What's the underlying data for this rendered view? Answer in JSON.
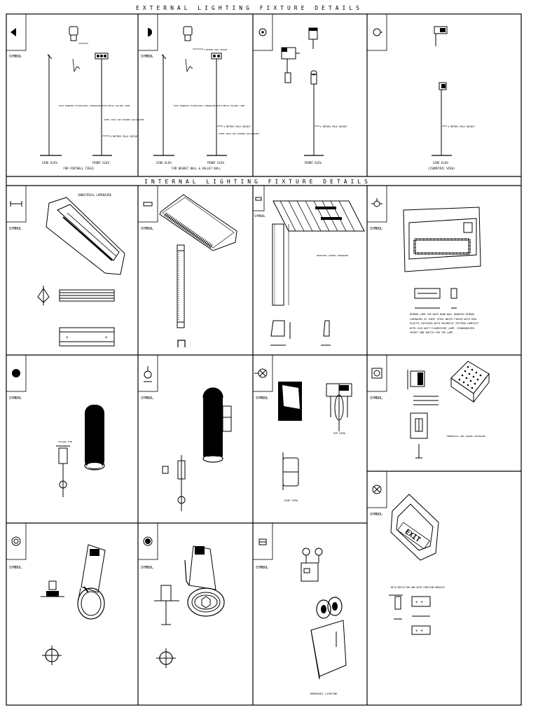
{
  "sections": {
    "external_title": "EXTERNAL LIGHTING FIXTURE DETAILS",
    "internal_title": "INTERNAL LIGHTING FIXTURE DETAILS"
  },
  "symbol_label": "SYMBOL",
  "external": {
    "panel1": {
      "note_top": "POLE MOUNTED FLOODLIGHT LUMINAIRE WITH METAL HALIDE LAMP",
      "pole_height_note": "STEEL POLE HOT DIPPED GALVANIZED",
      "pole_height": "6 METERS POLE HEIGHT",
      "side_label": "SIDE ELEV.",
      "front_label": "FRONT ELEV.",
      "caption": "FOR FOOTBALL FIELD"
    },
    "panel2": {
      "note_top": "POLE MOUNTED FLOODLIGHT LUMINAIRE WITH METAL HALIDE LAMP",
      "pole_height_top": "6 METERS POLE HEIGHT",
      "pole_height_note": "STEEL POLE HOT DIPPED GALVANIZED",
      "pole_height": "4 METERS POLE HEIGHT",
      "side_label": "SIDE ELEV.",
      "front_label": "FRONT ELEV.",
      "caption": "FOR BASKET BALL & VALLEY BALL"
    },
    "panel3": {
      "pole_height": "4 METERS POLE HEIGHT",
      "front_label": "FRONT ELEV."
    },
    "panel4": {
      "pole_height": "4 METERS POLE HEIGHT",
      "side_label": "SIDE ELEV.",
      "side_sub": "(ISOMETRIC VIEW)"
    }
  },
  "internal": {
    "row1": {
      "industrial_caption": "INDUSTRIAL LUMINAIRE",
      "recessed_caption": "RECESSED LOUVER LUMINAIRE",
      "mirror_note": "MIRROR LAMP FOR BATH ROOM WALL MOUNTED MIRROR LUMINAIRE OF SHEET STEEL WHITE FINISH WITH OPAL PLASTIC DIFFUSER WITH PRISMATIC PATTERN COMPLETE WITH 1X18 WATT FLUORESCENT LAMP, STANDARDIZED SOCKET AND SWITCH FOR THE LAMP."
    },
    "row2": {
      "downlight_note": "CEILING TYPE",
      "top_view": "TOP VIEW",
      "side_view": "SIDE VIEW",
      "commercial_caption": "COMMERCIAL AND SQUARE LUMINAIRE"
    },
    "row3": {
      "exit_note": "WITH REFLECTOR AND WITH FUNCTION MODULES",
      "exit_text": "EXIT",
      "emergency_caption": "EMERGENCY LIGHTING"
    }
  }
}
